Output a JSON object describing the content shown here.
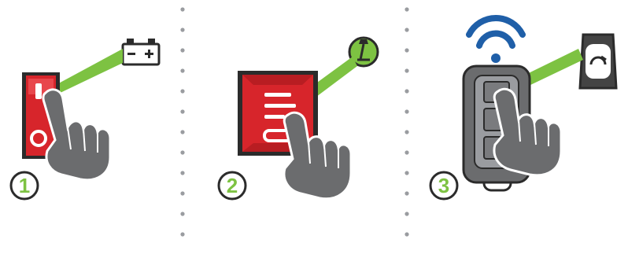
{
  "steps": [
    {
      "number": "1",
      "action_icon": "battery-icon",
      "switch": "red-rocker-switch"
    },
    {
      "number": "2",
      "action_icon": "lamp-icon",
      "switch": "red-menu-switch"
    },
    {
      "number": "3",
      "action_icon": "remote-lock-icon",
      "switch": "key-fob-remote"
    }
  ],
  "colors": {
    "accent_green": "#7dc242",
    "switch_red": "#d7252b",
    "hand_gray": "#6b6c6e",
    "outline": "#2b2b2b",
    "wireless_blue": "#1f5fa8",
    "divider_dots": "#9a9ca0"
  }
}
